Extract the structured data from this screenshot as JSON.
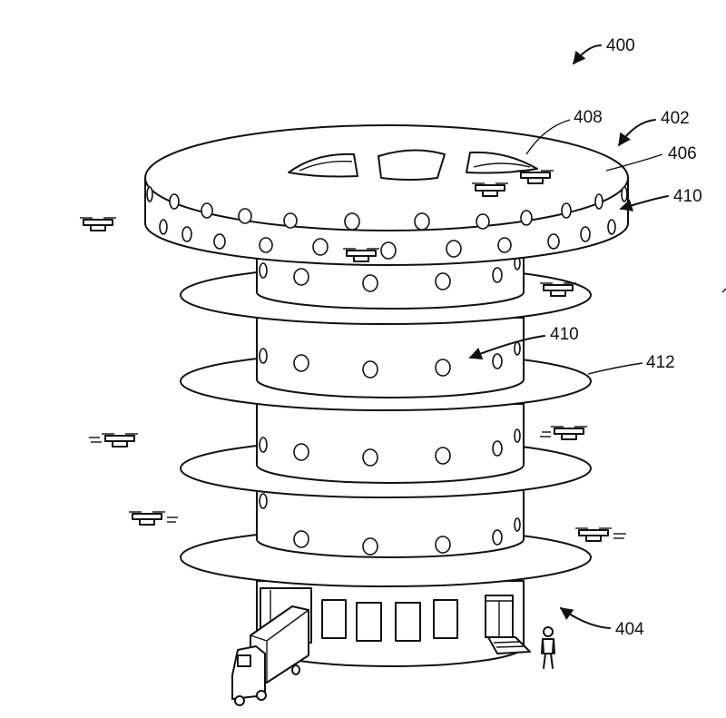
{
  "figure": {
    "ref_400": "400",
    "ref_402": "402",
    "ref_404": "404",
    "ref_406": "406",
    "ref_408": "408",
    "ref_410_top": "410",
    "ref_410_mid": "410",
    "ref_412": "412"
  },
  "colors": {
    "line": "#111111",
    "background": "#ffffff"
  },
  "icons": [
    "drone-icon",
    "truck-icon",
    "person-icon",
    "arrow-icon"
  ]
}
